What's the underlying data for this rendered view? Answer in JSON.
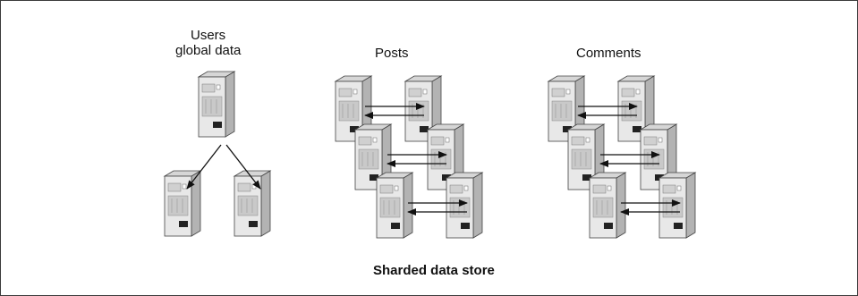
{
  "diagram": {
    "groups": [
      {
        "id": "users",
        "label_line1": "Users",
        "label_line2": "global data"
      },
      {
        "id": "posts",
        "label": "Posts"
      },
      {
        "id": "comments",
        "label": "Comments"
      }
    ],
    "caption": "Sharded data store"
  }
}
